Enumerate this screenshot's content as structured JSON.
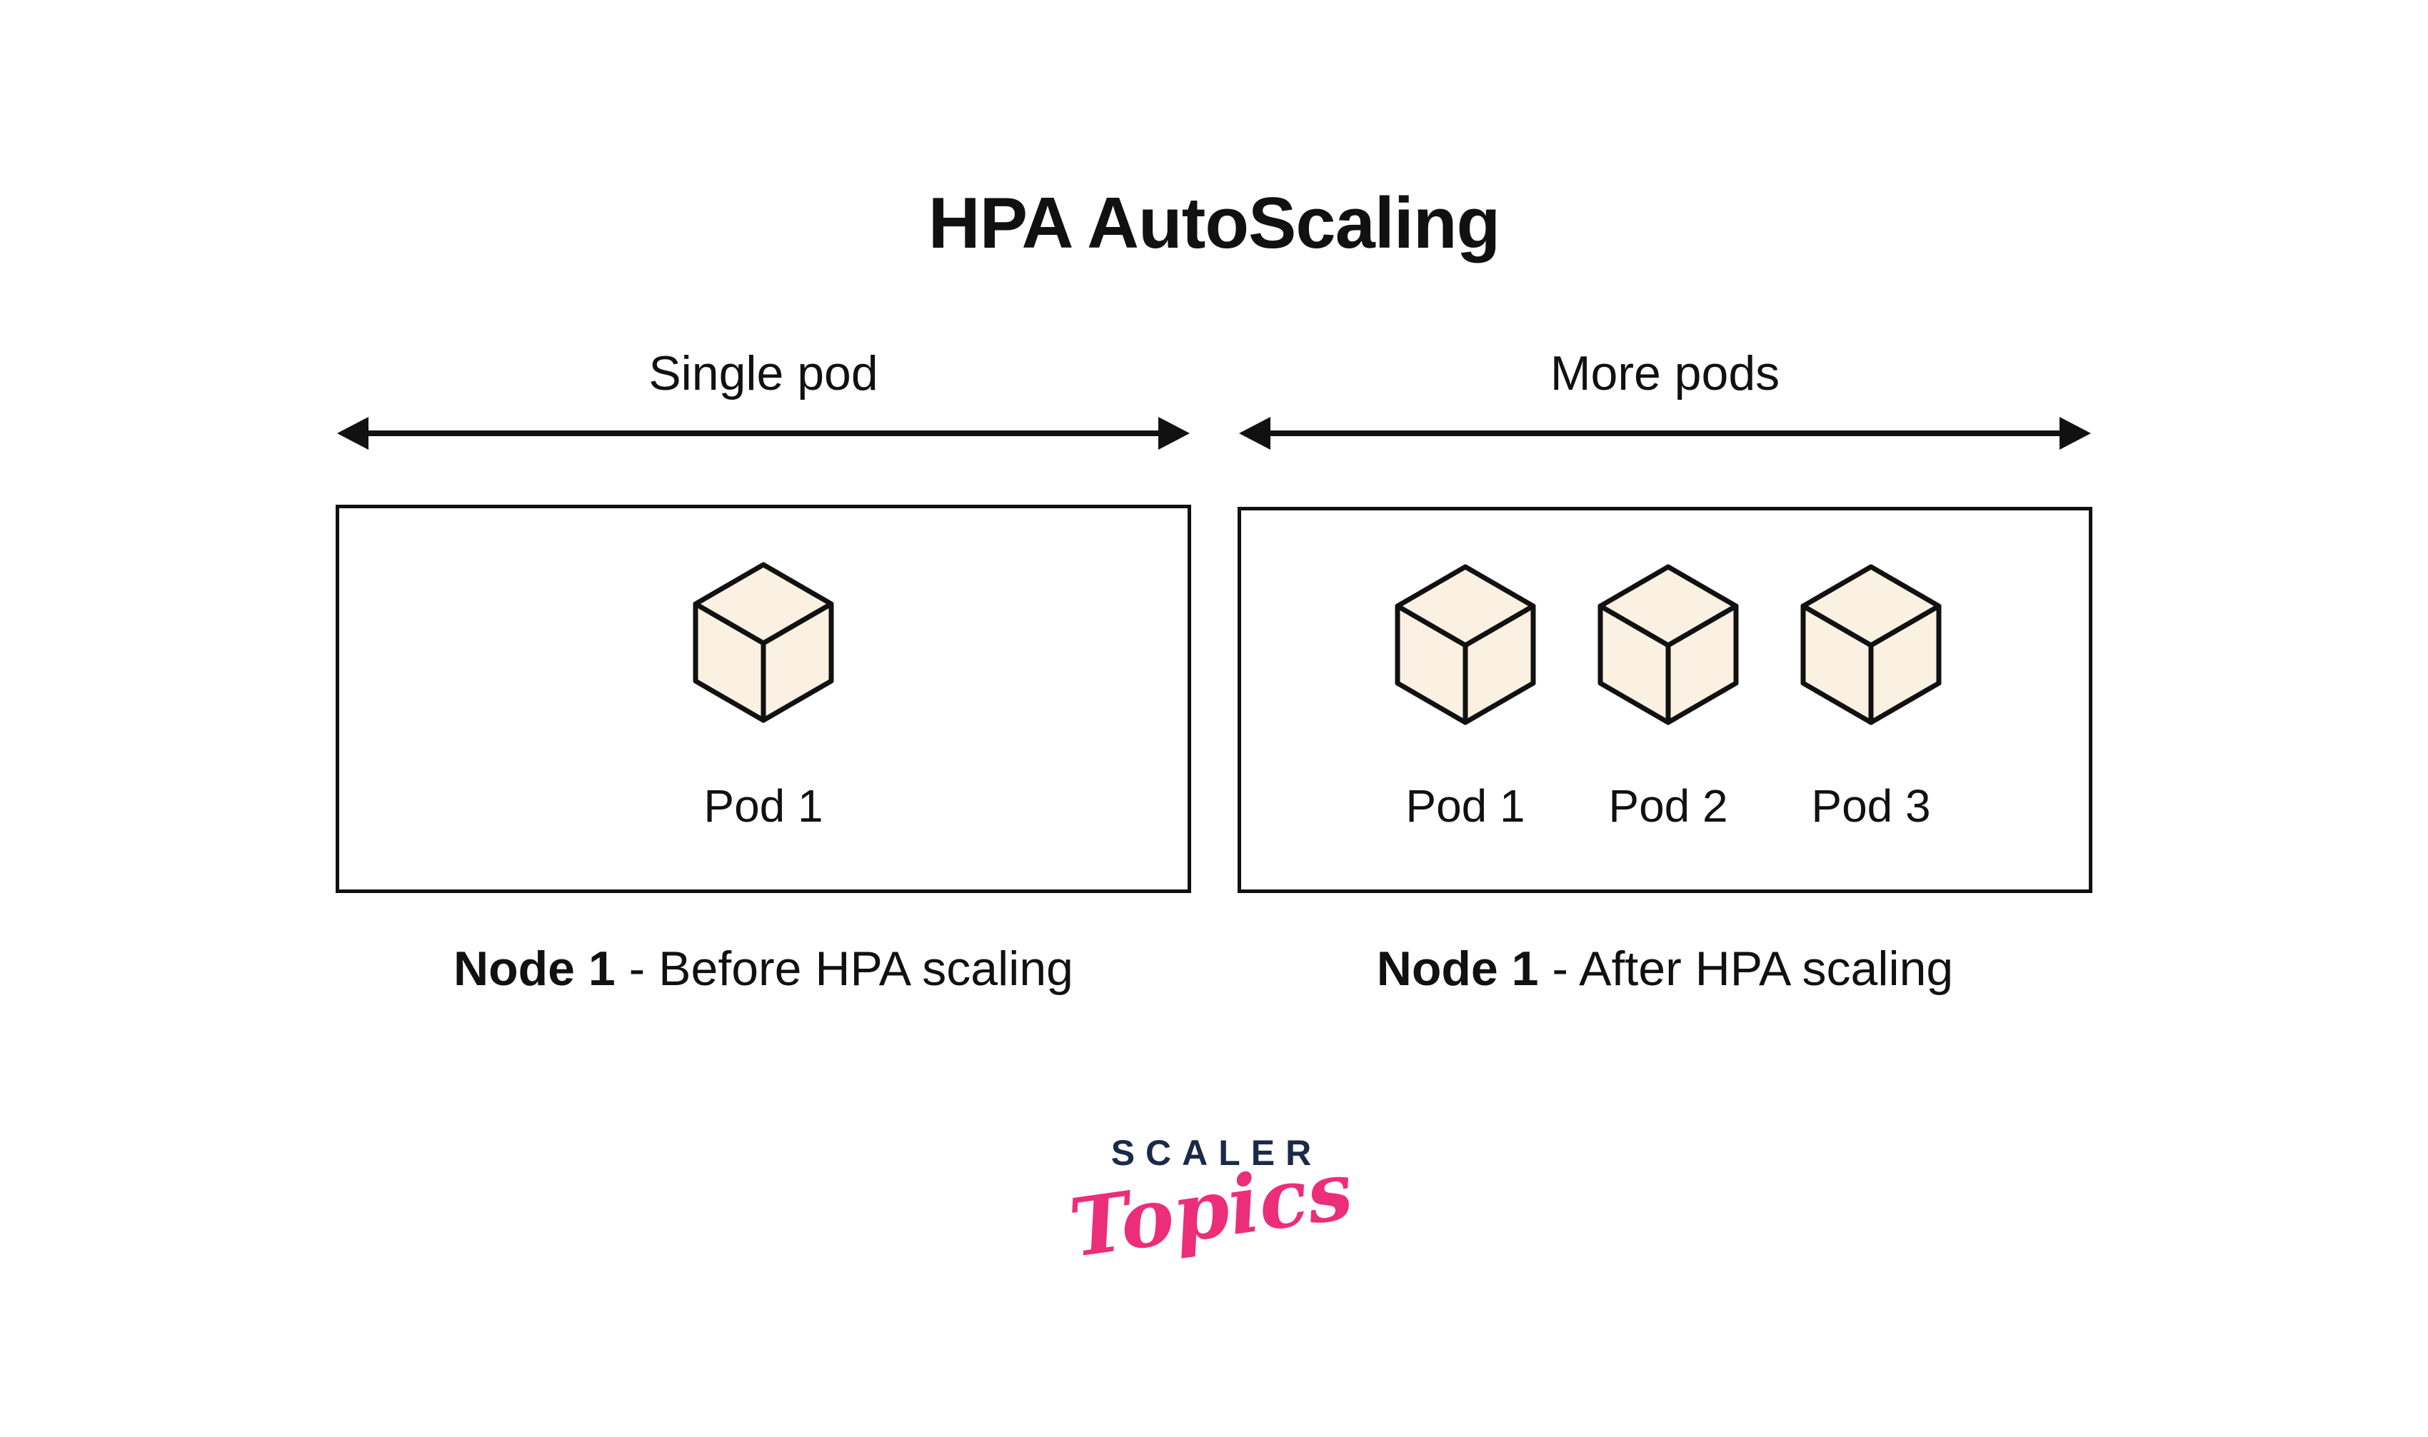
{
  "title": "HPA AutoScaling",
  "sections": [
    {
      "span_label": "Single pod",
      "pods": [
        "Pod 1"
      ],
      "caption_bold": "Node 1",
      "caption_rest": " - Before HPA scaling"
    },
    {
      "span_label": "More pods",
      "pods": [
        "Pod 1",
        "Pod 2",
        "Pod 3"
      ],
      "caption_bold": "Node 1",
      "caption_rest": " - After HPA scaling"
    }
  ],
  "logo": {
    "primary": "SCALER",
    "secondary": "Topics"
  },
  "colors": {
    "cube_fill": "#FBF1E2",
    "outline": "#111111",
    "logo_navy": "#1B2A47",
    "logo_pink": "#EC2E7A"
  }
}
